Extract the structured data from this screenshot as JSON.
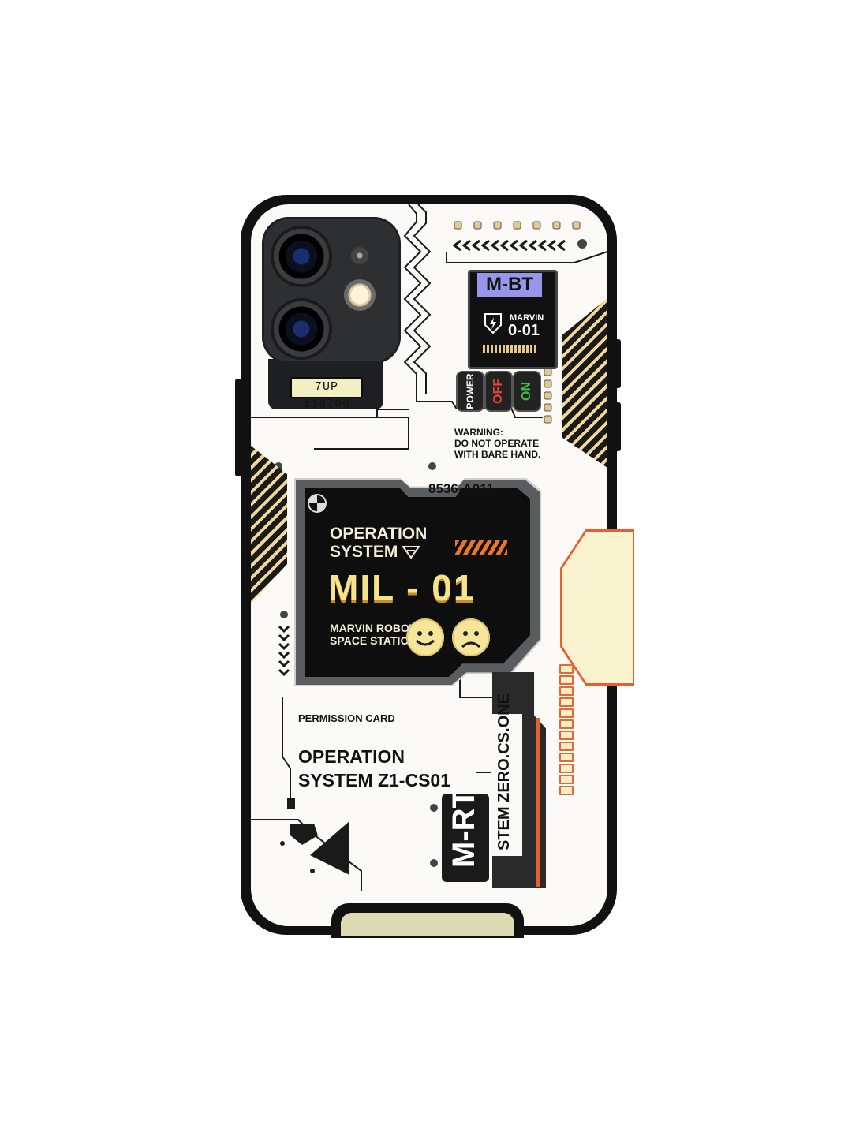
{
  "product": {
    "camera_lcd": "7UP 116700",
    "top_badge": "M-BT",
    "robot_id_small": "MARVIN",
    "robot_id": "0-01",
    "switch_power": "POWER",
    "switch_off": "OFF",
    "switch_on": "ON",
    "warning_line1": "WARNING:",
    "warning_line2": "DO NOT OPERATE",
    "warning_line3": "WITH BARE HAND.",
    "screen_code": "8536-A011",
    "screen_title_line1": "OPERATION",
    "screen_title_line2": "SYSTEM",
    "screen_model": "MIL - 01",
    "screen_station_line1": "MARVIN ROBOT",
    "screen_station_line2": "SPACE STATION",
    "permission_card": "PERMISSION CARD",
    "permission_line1": "OPERATION",
    "permission_line2": "SYSTEM Z1-CS01",
    "side_badge": "M-RT",
    "side_text": "STEM ZERO.CS.ONE"
  },
  "colors": {
    "case": "#111111",
    "face": "#fbfaf6",
    "screen_yellow": "#f5e48b",
    "accent_orange": "#e85f2c",
    "badge_purple": "#9896e8",
    "off_red": "#e0433a",
    "on_green": "#3fbf4a"
  }
}
